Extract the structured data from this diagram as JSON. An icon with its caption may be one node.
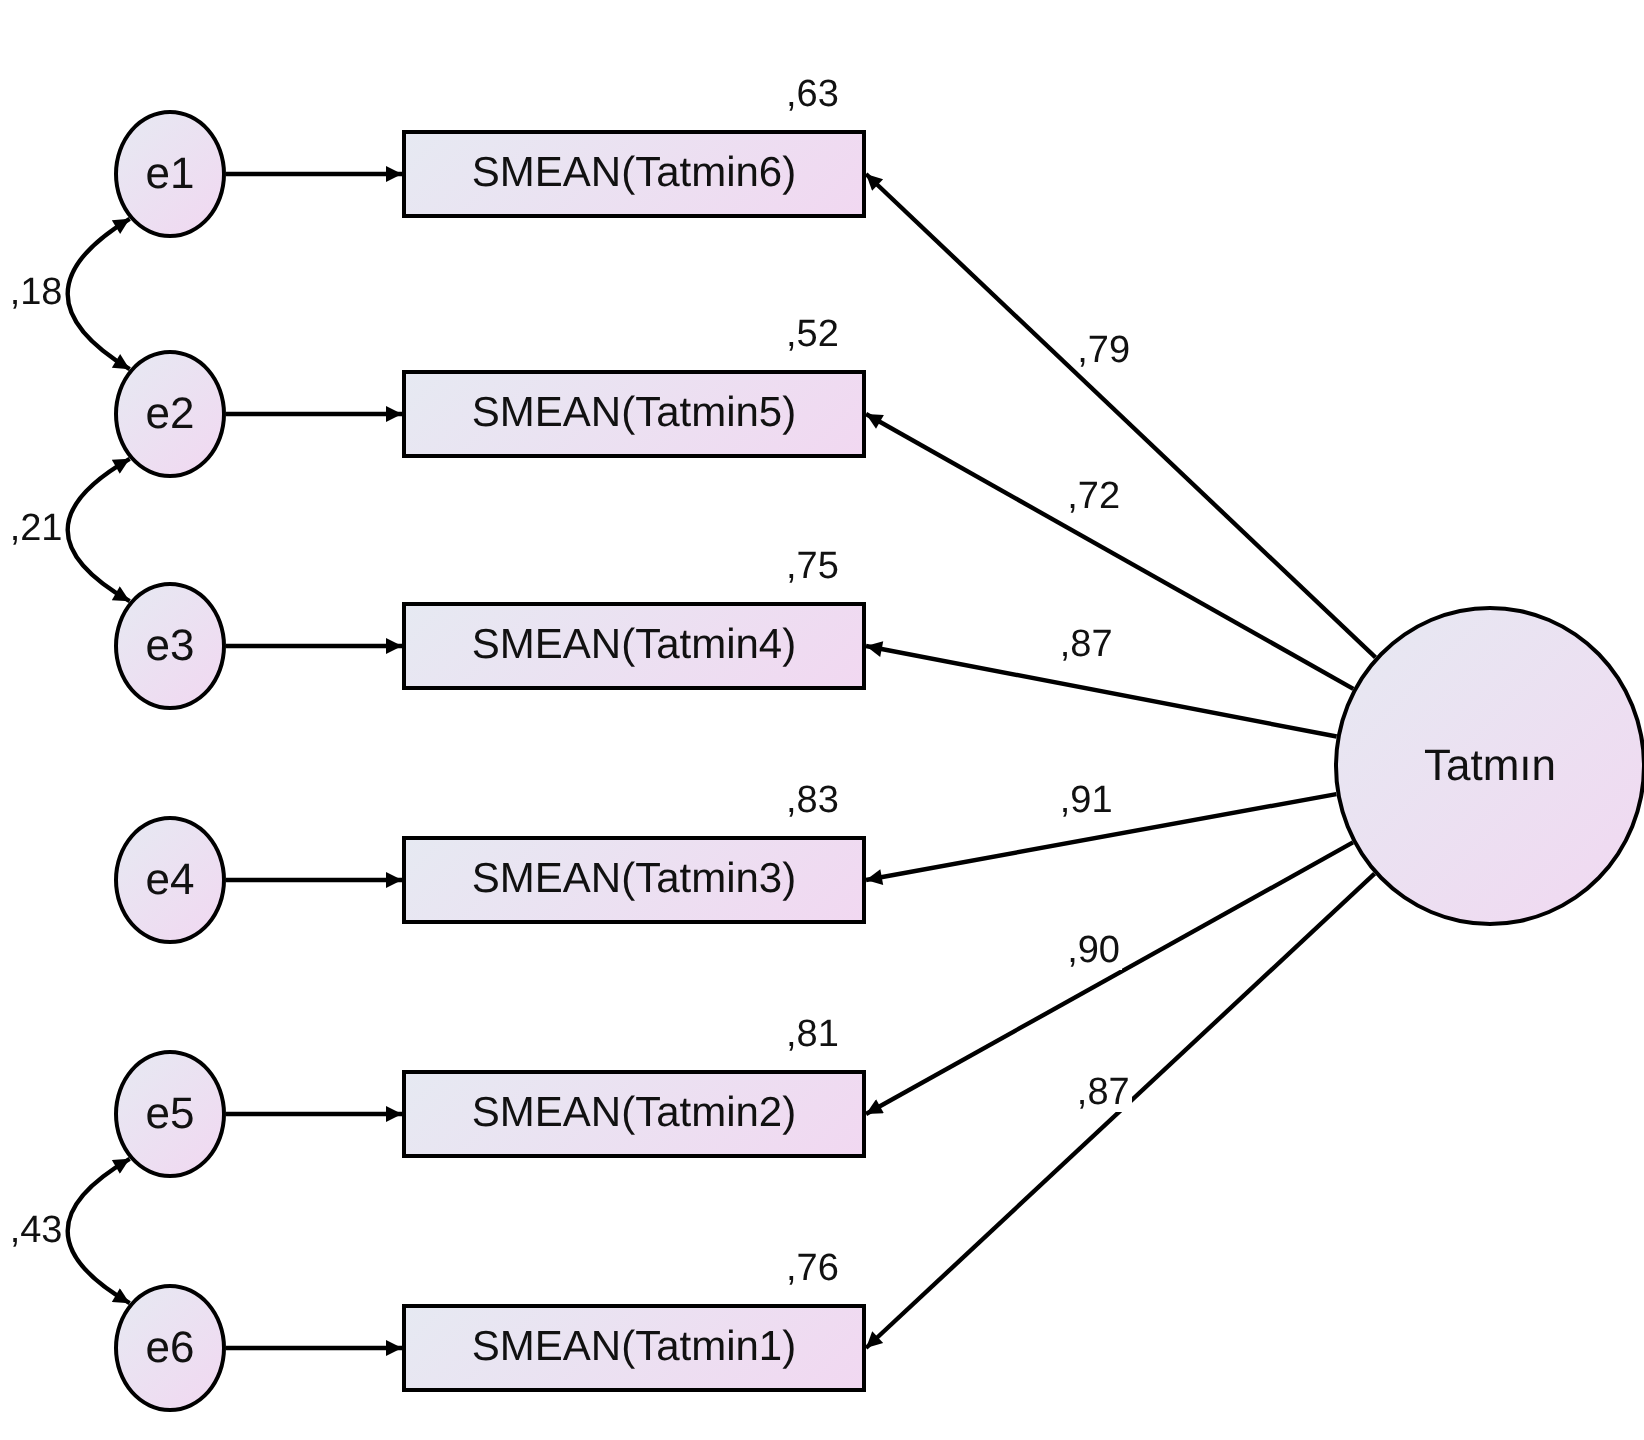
{
  "diagram": {
    "nodes": [
      {
        "text": [
          "e1"
        ]
      },
      {
        "text": [
          "e2"
        ]
      },
      {
        "text": [
          "e3"
        ]
      },
      {
        "text": [
          "e4"
        ]
      },
      {
        "text": [
          "e5"
        ]
      },
      {
        "text": [
          "e6"
        ]
      },
      {
        "text": [
          "SMEAN(Tatmin6)"
        ],
        "beside": [
          ",63"
        ]
      },
      {
        "text": [
          "SMEAN(Tatmin5)"
        ],
        "beside": [
          ",52"
        ]
      },
      {
        "text": [
          "SMEAN(Tatmin4)"
        ],
        "beside": [
          ",75"
        ]
      },
      {
        "text": [
          "SMEAN(Tatmin3)"
        ],
        "beside": [
          ",83"
        ]
      },
      {
        "text": [
          "SMEAN(Tatmin2)"
        ],
        "beside": [
          ",81"
        ]
      },
      {
        "text": [
          "SMEAN(Tatmin1)"
        ],
        "beside": [
          ",76"
        ]
      },
      {
        "text": [
          "Tatmın"
        ]
      }
    ],
    "edges": [
      {
        "from": 0,
        "to": 6,
        "arrow": "to"
      },
      {
        "from": 1,
        "to": 7,
        "arrow": "to"
      },
      {
        "from": 2,
        "to": 8,
        "arrow": "to"
      },
      {
        "from": 3,
        "to": 9,
        "arrow": "to"
      },
      {
        "from": 4,
        "to": 10,
        "arrow": "to"
      },
      {
        "from": 5,
        "to": 11,
        "arrow": "to"
      },
      {
        "from": 0,
        "to": 1,
        "arrow": "both",
        "label": ",18"
      },
      {
        "from": 1,
        "to": 2,
        "arrow": "both",
        "label": ",21"
      },
      {
        "from": 4,
        "to": 5,
        "arrow": "both",
        "label": ",43"
      },
      {
        "from": 12,
        "to": 6,
        "arrow": "to",
        "label": ",79"
      },
      {
        "from": 12,
        "to": 7,
        "arrow": "to",
        "label": ",72"
      },
      {
        "from": 12,
        "to": 8,
        "arrow": "to",
        "label": ",87"
      },
      {
        "from": 12,
        "to": 9,
        "arrow": "to",
        "label": ",91"
      },
      {
        "from": 12,
        "to": 10,
        "arrow": "to",
        "label": ",90"
      },
      {
        "from": 12,
        "to": 11,
        "arrow": "to",
        "label": ",87"
      }
    ]
  }
}
